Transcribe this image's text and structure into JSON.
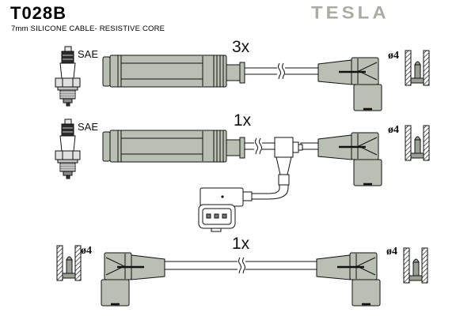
{
  "header": {
    "part_number": "T028B",
    "description": "7mm SILICONE CABLE- RESISTIVE CORE",
    "brand_logo": "TESLA"
  },
  "colors": {
    "component_gray": "#babfb3",
    "logo_gray": "#a9ada2",
    "outline_black": "#111111"
  },
  "rows": [
    {
      "quantity": "3x",
      "plug_standard": "SAE",
      "right_terminal_diameter": "ø4",
      "left_end": "spark-plug-boot-straight",
      "right_end": "distributor-boot-90deg"
    },
    {
      "quantity": "1x",
      "plug_standard": "SAE",
      "right_terminal_diameter": "ø4",
      "inline_component": "branch-with-3-pin-connector"
    },
    {
      "quantity": "1x",
      "left_terminal_diameter": "ø4",
      "right_terminal_diameter": "ø4",
      "left_end": "distributor-boot-90deg",
      "right_end": "distributor-boot-90deg"
    }
  ]
}
